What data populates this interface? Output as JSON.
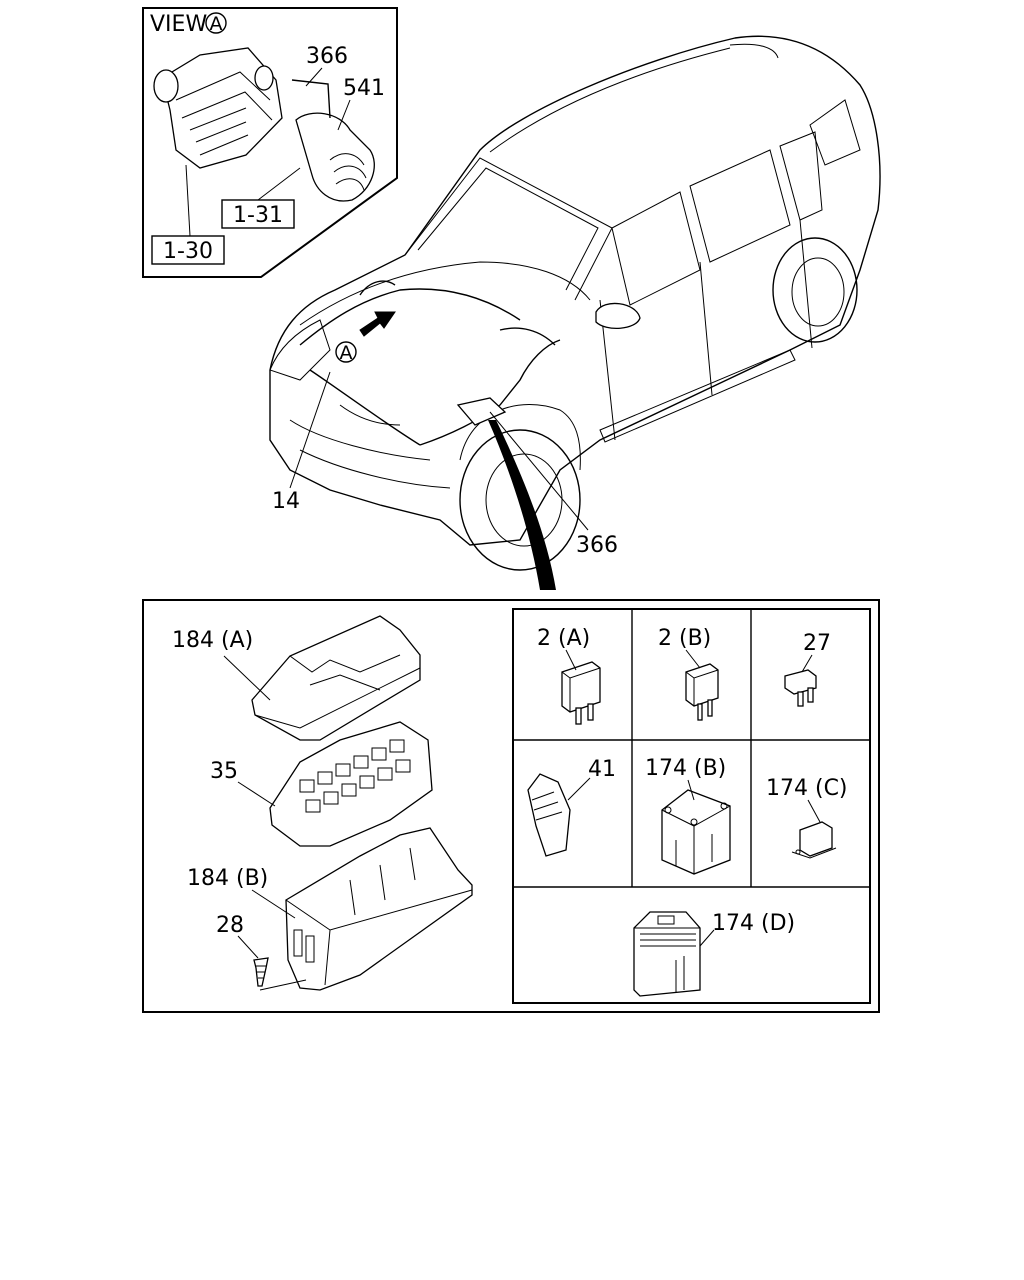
{
  "view_title": "VIEW",
  "view_marker": "A",
  "callout_marker": "A",
  "inset_labels": {
    "hose_top": "366",
    "intake": "541",
    "ref_1": "1-31",
    "ref_2": "1-30"
  },
  "car_labels": {
    "harness_left": "14",
    "harness_right": "366"
  },
  "fuse_box_labels": {
    "cover": "184 (A)",
    "fuse_block": "35",
    "lower_case": "184 (B)",
    "screw": "28"
  },
  "parts_grid_labels": {
    "relay_a": "2 (A)",
    "relay_b": "2 (B)",
    "mini_fuse": "27",
    "fuse_puller": "41",
    "fusible_link_b": "174 (B)",
    "fusible_link_c": "174 (C)",
    "fusible_link_d": "174 (D)"
  }
}
